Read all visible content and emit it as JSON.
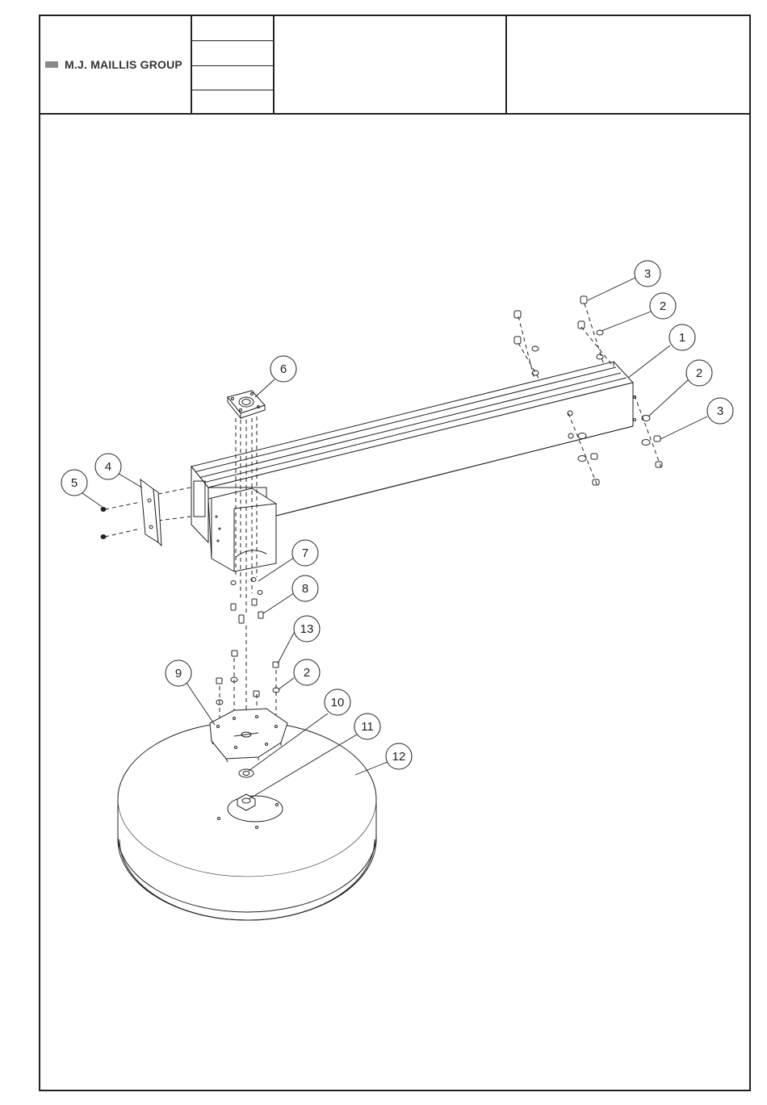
{
  "title_block": {
    "company": "M.J. MAILLIS GROUP",
    "logo_icon": "company-logo-mark-icon",
    "fields": [
      "",
      "",
      "",
      ""
    ],
    "description": "",
    "drawing_info": ""
  },
  "callouts": [
    {
      "id": "1",
      "label": "1"
    },
    {
      "id": "2a",
      "label": "2"
    },
    {
      "id": "2b",
      "label": "2"
    },
    {
      "id": "2c",
      "label": "2"
    },
    {
      "id": "3a",
      "label": "3"
    },
    {
      "id": "3b",
      "label": "3"
    },
    {
      "id": "4",
      "label": "4"
    },
    {
      "id": "5",
      "label": "5"
    },
    {
      "id": "6",
      "label": "6"
    },
    {
      "id": "7",
      "label": "7"
    },
    {
      "id": "8",
      "label": "8"
    },
    {
      "id": "9",
      "label": "9"
    },
    {
      "id": "10",
      "label": "10"
    },
    {
      "id": "11",
      "label": "11"
    },
    {
      "id": "12",
      "label": "12"
    },
    {
      "id": "13",
      "label": "13"
    }
  ]
}
